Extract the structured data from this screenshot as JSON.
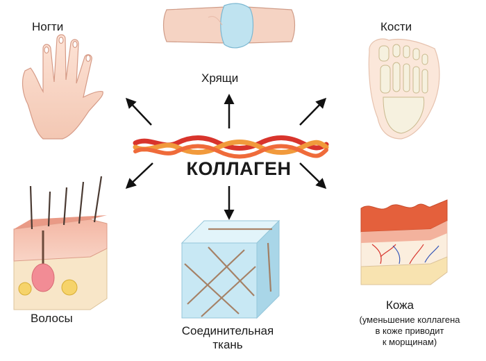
{
  "center": {
    "title": "КОЛЛАГЕН"
  },
  "labels": {
    "nails": "Ногти",
    "cartilage": "Хрящи",
    "bones": "Кости",
    "hair": "Волосы",
    "connective_line1": "Соединительная",
    "connective_line2": "ткань",
    "skin": "Кожа",
    "skin_note": [
      "(уменьшение коллагена",
      "в коже приводит",
      "к морщинам)"
    ]
  },
  "colors": {
    "strand_red": "#d8342c",
    "strand_orange": "#f19a3c",
    "skin_pink": "#f6c2b0",
    "tissue_blue": "#bfe3f0",
    "fiber_brown": "#a0704e",
    "arrow": "#111111"
  }
}
